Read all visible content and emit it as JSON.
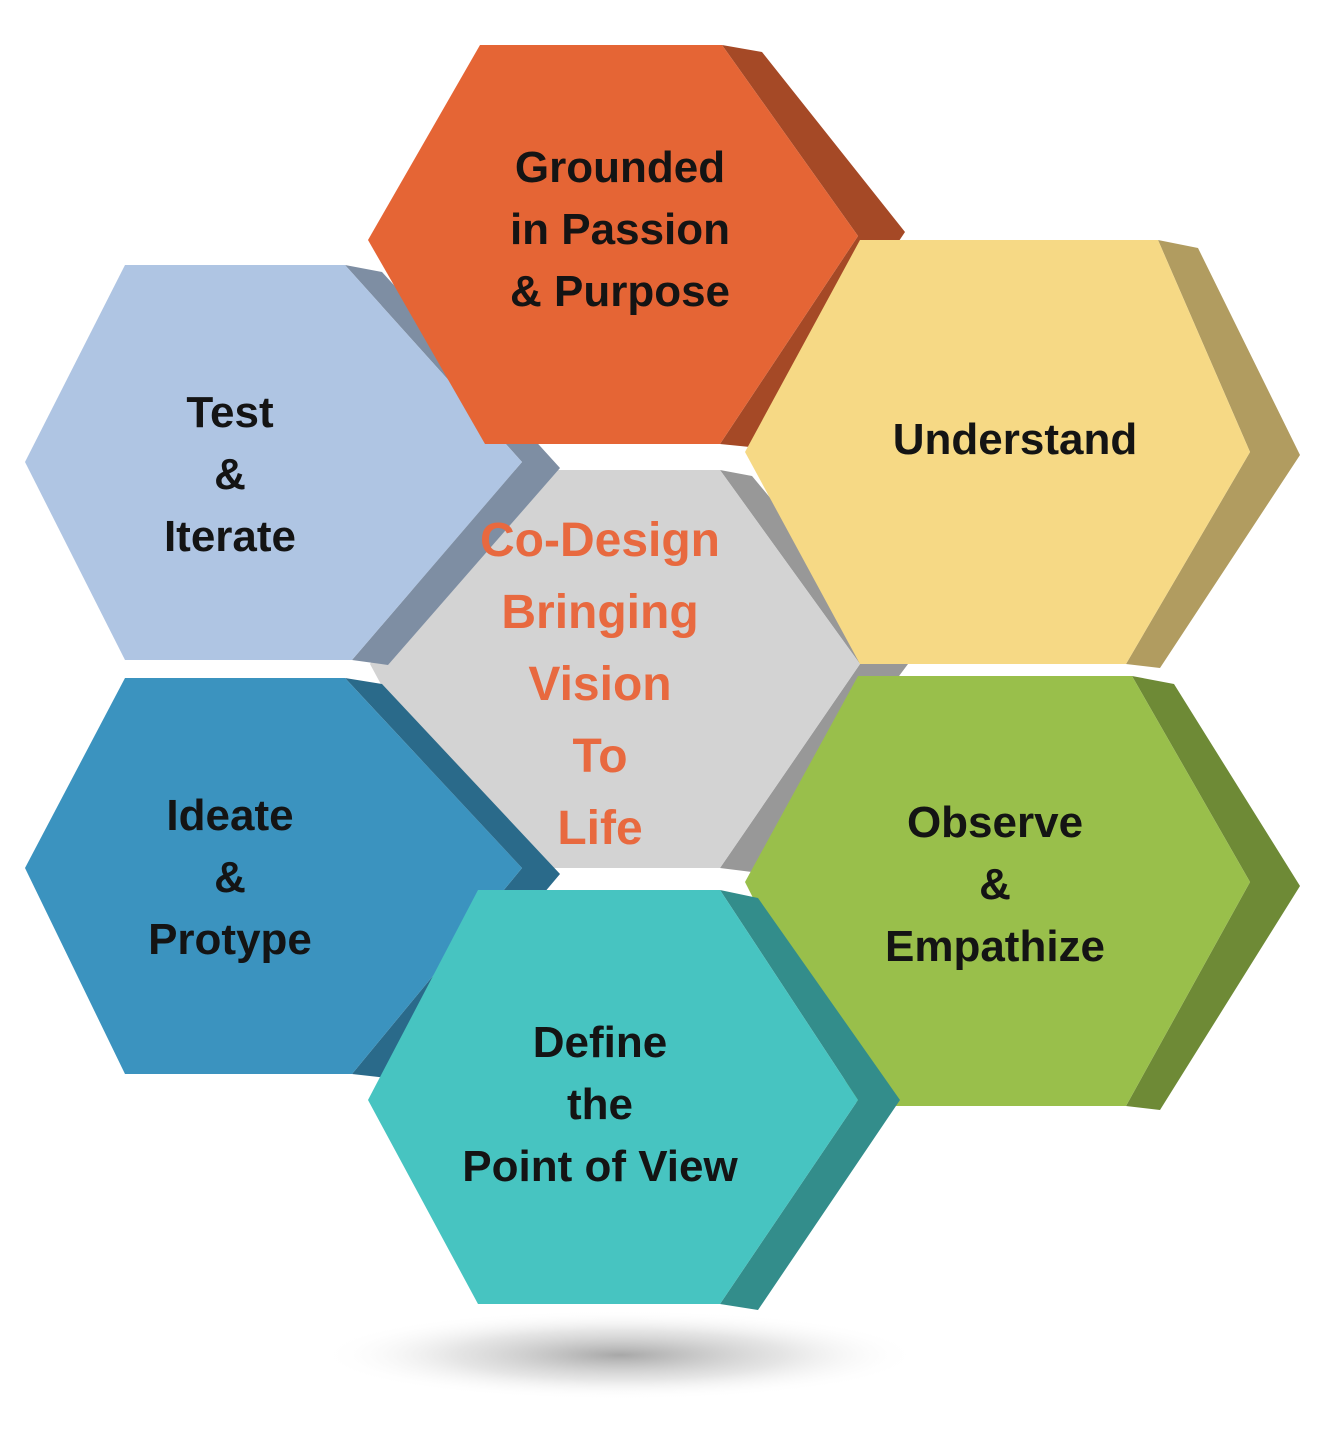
{
  "diagram": {
    "center": {
      "lines": [
        "Co-Design",
        "Bringing",
        "Vision",
        "To",
        "Life"
      ],
      "text_color": "#E8693F",
      "face_color": "#D3D3D3"
    },
    "hexagons": [
      {
        "id": "grounded",
        "lines": [
          "Grounded",
          "in Passion",
          "& Purpose"
        ],
        "face_color": "#E56535"
      },
      {
        "id": "understand",
        "lines": [
          "Understand"
        ],
        "face_color": "#F6D985"
      },
      {
        "id": "observe",
        "lines": [
          "Observe",
          "&",
          "Empathize"
        ],
        "face_color": "#99BF4B"
      },
      {
        "id": "define",
        "lines": [
          "Define",
          "the",
          "Point of View"
        ],
        "face_color": "#47C4C1"
      },
      {
        "id": "ideate",
        "lines": [
          "Ideate",
          "&",
          "Protype"
        ],
        "face_color": "#3B93BF"
      },
      {
        "id": "test",
        "lines": [
          "Test",
          "&",
          "Iterate"
        ],
        "face_color": "#AFC5E3"
      }
    ]
  }
}
